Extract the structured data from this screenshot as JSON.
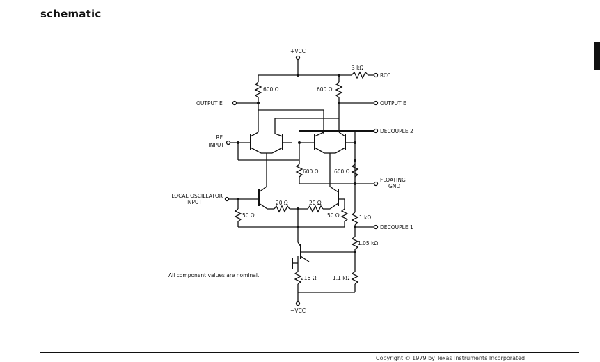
{
  "heading": "schematic",
  "labels": {
    "vcc_top": "+VCC",
    "vcc_neg": "−VCC",
    "r_3k": "3 kΩ",
    "rcc": "RCC",
    "output_e_left": "OUTPUT E",
    "output_e_right": "OUTPUT E",
    "r_600_left": "600 Ω",
    "r_600_right": "600 Ω",
    "decouple_2": "DECOUPLE 2",
    "rf_input_1": "RF",
    "rf_input_2": "INPUT",
    "r_600_mid_left": "600 Ω",
    "r_600_mid_right": "600 Ω",
    "floating_gnd_1": "FLOATING",
    "floating_gnd_2": "GND",
    "lo_input_1": "LOCAL OSCILLATOR",
    "lo_input_2": "INPUT",
    "r_20_left": "20 Ω",
    "r_20_right": "20 Ω",
    "r_50_left": "50 Ω",
    "r_50_right": "50 Ω",
    "r_1k": "1 kΩ",
    "decouple_1": "DECOUPLE 1",
    "r_1_05k": "1.05 kΩ",
    "r_216": "216 Ω",
    "r_1_1k": "1.1 kΩ",
    "note": "All component values are nominal."
  },
  "footer": {
    "copyright": "Copyright © 1979 by Texas Instruments Incorporated"
  }
}
